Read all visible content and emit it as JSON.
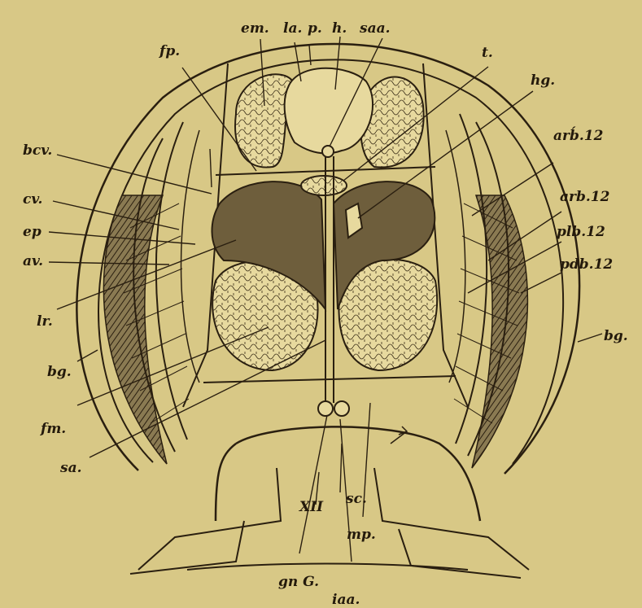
{
  "figure": {
    "colors": {
      "background": "#d8c886",
      "ink": "#2a1f10",
      "organ_fill": "#e7d99e",
      "dark_fill": "#7a6a45"
    },
    "labels": {
      "em": "em.",
      "la": "la.",
      "p": "p.",
      "h": "h.",
      "saa": "saa.",
      "fp": "fp.",
      "t": "t.",
      "hg_top": "hg.",
      "arb_prime_12": "arb́.12",
      "bcv": "bcv.",
      "arb_12": "arb.12",
      "cv": "cv.",
      "ep": "ep",
      "plb_12": "plb.12",
      "av": "av.",
      "pdb_12": "pdb.12",
      "lr": "lr.",
      "bg_right": "bg.",
      "bg_left": "bg.",
      "fm": "fm.",
      "sa": "sa.",
      "sc": "sc.",
      "xii": "XII",
      "mp": "mp.",
      "gnG": "gn G.",
      "iaa": "iaa."
    }
  }
}
